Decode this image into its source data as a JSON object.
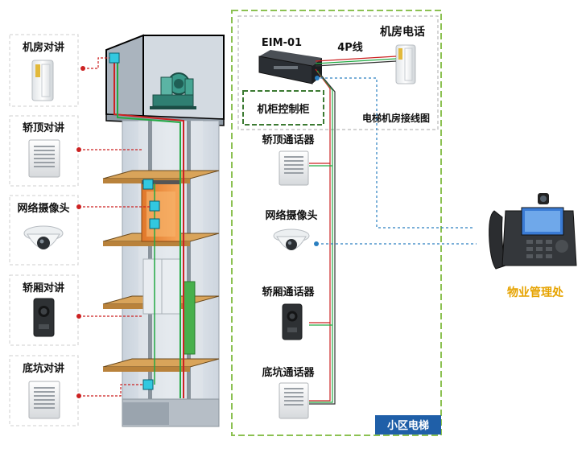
{
  "left_panel": {
    "items": [
      {
        "label": "机房对讲",
        "device": "wall-phone"
      },
      {
        "label": "轿顶对讲",
        "device": "speaker-panel"
      },
      {
        "label": "网络摄像头",
        "device": "dome-camera"
      },
      {
        "label": "轿厢对讲",
        "device": "black-intercom"
      },
      {
        "label": "底坑对讲",
        "device": "speaker-panel"
      }
    ]
  },
  "machine_room": {
    "device_label": "EIM-01",
    "cable_label": "4P线",
    "phone_label": "机房电话",
    "cabinet_label": "机柜控制柜",
    "diagram_label": "电梯机房接线图"
  },
  "right_column": {
    "items": [
      {
        "label": "轿顶通话器",
        "device": "speaker-panel"
      },
      {
        "label": "网络摄像头",
        "device": "dome-camera"
      },
      {
        "label": "轿厢通话器",
        "device": "black-intercom"
      },
      {
        "label": "底坑通话器",
        "device": "speaker-panel"
      }
    ],
    "badge": "小区电梯"
  },
  "management": {
    "label": "物业管理处",
    "accent": "#e6a300"
  },
  "colors": {
    "dashed_green": "#8cc152",
    "dashed_dark_green": "#3c7a32",
    "badge_bg": "#1f5fa8",
    "wire_red": "#cc2222",
    "wire_green": "#22aa44",
    "network_blue": "#2a7fc0"
  }
}
